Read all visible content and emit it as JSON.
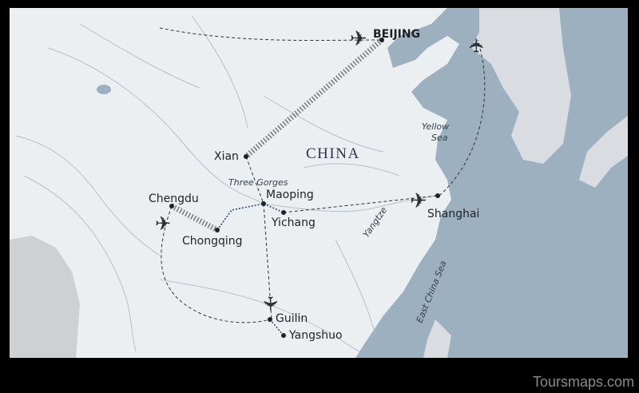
{
  "map": {
    "country_label": "CHINA",
    "cities": [
      "BEIJING",
      "Xian",
      "Chengdu",
      "Chongqing",
      "Maoping",
      "Yichang",
      "Shanghai",
      "Guilin",
      "Yangshuo"
    ],
    "water_labels": {
      "yellow_sea_1": "Yellow",
      "yellow_sea_2": "Sea",
      "east_china_sea": "East China Sea",
      "yangtze": "Yangtze"
    },
    "region_label": "Three Gorges",
    "colors": {
      "land": "#eceff2",
      "sea": "#9db0c0",
      "neighbor_land": "#d9dde1",
      "route": "#333",
      "river_cruise": "#2a4a7a"
    },
    "icons": [
      "airplane-icon"
    ]
  },
  "watermark": "Toursmaps.com"
}
